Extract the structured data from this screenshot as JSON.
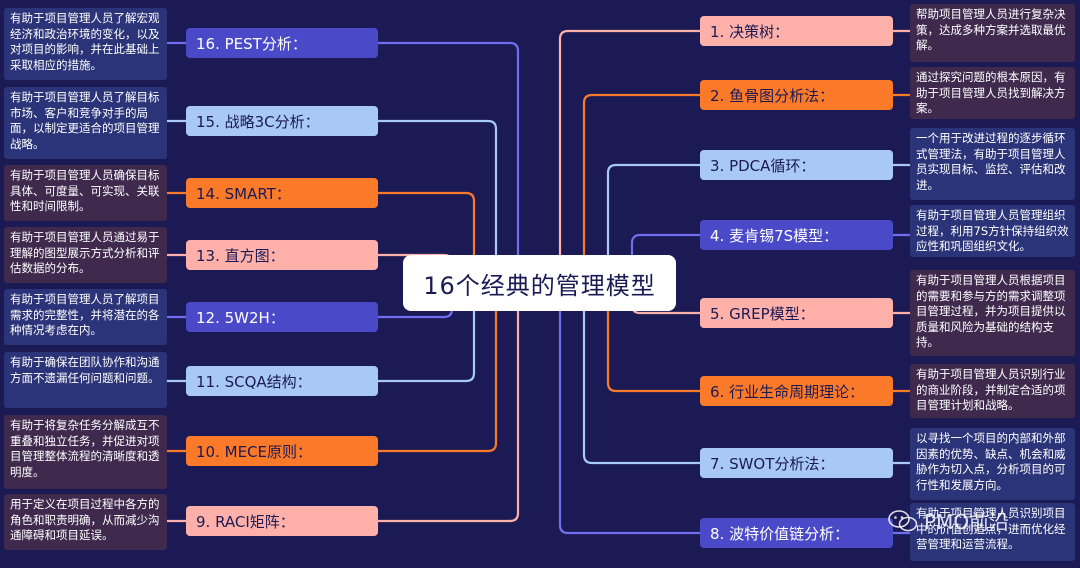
{
  "title": "16个经典的管理模型",
  "colors": {
    "background": "#1b1a55",
    "pink": "#ffb0a8",
    "orange": "#fa7a2a",
    "lightblue": "#a9c9f5",
    "indigo": "#4a49c8",
    "desc_dark_red": "#3f2a4e",
    "desc_dark_blue": "#2b3478"
  },
  "watermark": "PMO前沿",
  "right_models": [
    {
      "label": "1. 决策树：",
      "desc": "帮助项目管理人员进行复杂决策，达成多种方案并选取最优解。",
      "color": "pink"
    },
    {
      "label": "2. 鱼骨图分析法：",
      "desc": "通过探究问题的根本原因，有助于项目管理人员找到解决方案。",
      "color": "orange"
    },
    {
      "label": "3. PDCA循环：",
      "desc": "一个用于改进过程的逐步循环式管理法，有助于项目管理人员实现目标、监控、评估和改进。",
      "color": "lightblue"
    },
    {
      "label": "4. 麦肯锡7S模型：",
      "desc": "有助于项目管理人员管理组织过程，利用7S方针保持组织效应性和巩固组织文化。",
      "color": "indigo"
    },
    {
      "label": "5. GREP模型：",
      "desc": "有助于项目管理人员根据项目的需要和参与方的需求调整项目管理过程，并为项目提供以质量和风险为基础的结构支持。",
      "color": "pink"
    },
    {
      "label": "6. 行业生命周期理论：",
      "desc": "有助于项目管理人员识别行业的商业阶段，并制定合适的项目管理计划和战略。",
      "color": "orange"
    },
    {
      "label": "7. SWOT分析法：",
      "desc": "以寻找一个项目的内部和外部因素的优势、缺点、机会和威胁作为切入点，分析项目的可行性和发展方向。",
      "color": "lightblue"
    },
    {
      "label": "8. 波特价值链分析：",
      "desc": "有助于项目管理人员识别项目中的价值创造点，进而优化经营管理和运营流程。",
      "color": "indigo"
    }
  ],
  "left_models": [
    {
      "label": "16. PEST分析：",
      "desc": "有助于项目管理人员了解宏观经济和政治环境的变化，以及对项目的影响，并在此基础上采取相应的措施。",
      "color": "indigo"
    },
    {
      "label": "15. 战略3C分析：",
      "desc": "有助于项目管理人员了解目标市场、客户和竞争对手的局面，以制定更适合的项目管理战略。",
      "color": "lightblue"
    },
    {
      "label": "14. SMART：",
      "desc": "有助于项目管理人员确保目标具体、可度量、可实现、关联性和时间限制。",
      "color": "orange"
    },
    {
      "label": "13. 直方图：",
      "desc": "有助于项目管理人员通过易于理解的图型展示方式分析和评估数据的分布。",
      "color": "pink"
    },
    {
      "label": "12. 5W2H：",
      "desc": "有助于项目管理人员了解项目需求的完整性，并将潜在的各种情况考虑在内。",
      "color": "indigo"
    },
    {
      "label": "11. SCQA结构：",
      "desc": "有助于确保在团队协作和沟通方面不遗漏任何问题和问题。",
      "color": "lightblue"
    },
    {
      "label": "10. MECE原则：",
      "desc": "有助于将复杂任务分解成互不重叠和独立任务，并促进对项目管理整体流程的清晰度和透明度。",
      "color": "orange"
    },
    {
      "label": "9. RACI矩阵：",
      "desc": "用于定义在项目过程中各方的角色和职责明确，从而减少沟通障碍和项目延误。",
      "color": "pink"
    }
  ]
}
